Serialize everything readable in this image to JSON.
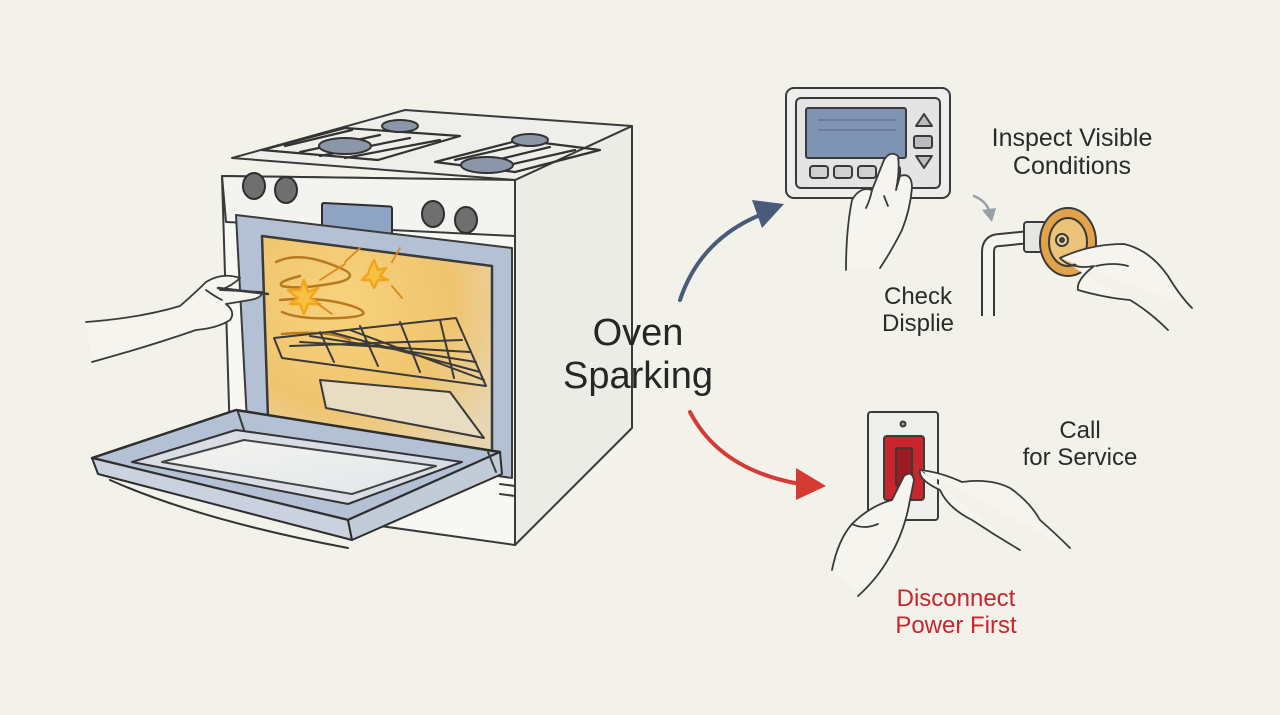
{
  "center_title": {
    "line1": "Oven",
    "line2": "Sparking"
  },
  "steps": {
    "inspect": {
      "line1": "Inspect Visible",
      "line2": "Conditions"
    },
    "check": {
      "line1": "Check",
      "line2": "Displie"
    },
    "call": {
      "line1": "Call",
      "line2": "for Service"
    },
    "disconnect": {
      "line1": "Disconnect",
      "line2": "Power First"
    }
  },
  "icons": [
    "oven-illustration",
    "hand-icon",
    "spark-icon",
    "control-panel-icon",
    "gas-valve-icon",
    "wall-switch-icon",
    "arrow-icon"
  ],
  "colors": {
    "background": "#f2f1ea",
    "line": "#3a3a3a",
    "window_glow": "#f0c46f",
    "blue_accent": "#8fa4c4",
    "display_blue": "#7f93b3",
    "arrow_blue": "#4a5a7a",
    "arrow_red": "#d63a34",
    "warning_red": "#c8262c",
    "valve_orange": "#e1a24a"
  }
}
